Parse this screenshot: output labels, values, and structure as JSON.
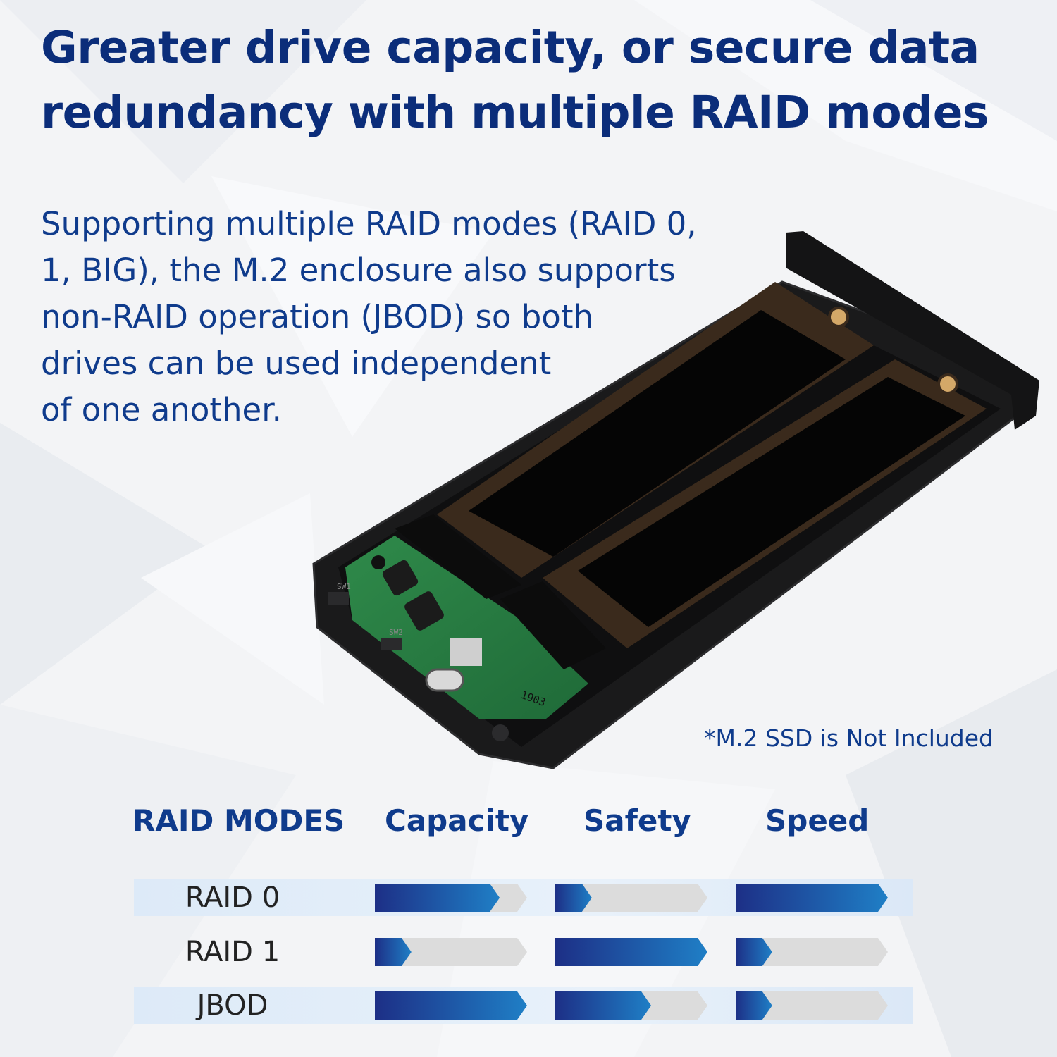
{
  "headline": {
    "lines": [
      "Greater drive capacity, or secure data",
      "redundancy with multiple RAID modes"
    ]
  },
  "description": {
    "lines": [
      "Supporting multiple RAID modes (RAID 0,",
      "1, BIG), the M.2 enclosure also supports",
      "non-RAID operation (JBOD) so both",
      "drives can be used independent",
      "of one another."
    ]
  },
  "device_labels": [
    "1903",
    "SW1",
    "SW2"
  ],
  "note": "*M.2 SSD is Not Included",
  "colors": {
    "heading": "#0b2d7a",
    "text": "#0f3b8c",
    "bar_fill_start": "#1d2f86",
    "bar_fill_end": "#1f7fc6",
    "bar_track": "#dcdcdc",
    "row_shade": "#e3eef9"
  },
  "table": {
    "header": "RAID MODES",
    "columns": [
      "Capacity",
      "Safety",
      "Speed"
    ],
    "rows": [
      {
        "label": "RAID 0",
        "levels": [
          0.82,
          0.24,
          1.0
        ]
      },
      {
        "label": "RAID 1",
        "levels": [
          0.24,
          1.0,
          0.24
        ]
      },
      {
        "label": "JBOD",
        "levels": [
          1.0,
          0.63,
          0.24
        ]
      }
    ]
  }
}
